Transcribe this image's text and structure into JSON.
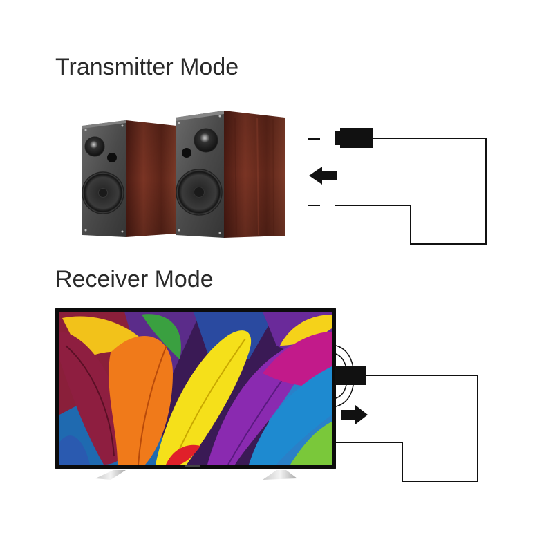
{
  "transmitter": {
    "title": "Transmitter Mode",
    "device": "speakers",
    "signal_direction": "left",
    "icon": "arrow-left-icon"
  },
  "receiver": {
    "title": "Receiver Mode",
    "device": "television",
    "signal_direction": "right",
    "icon": "arrow-right-icon"
  },
  "colors": {
    "text": "#2a2a2a",
    "line": "#111111",
    "speaker_wood": "#6b2a1e",
    "speaker_face": "#4a4a4a",
    "tv_bezel": "#0c0c0c"
  }
}
